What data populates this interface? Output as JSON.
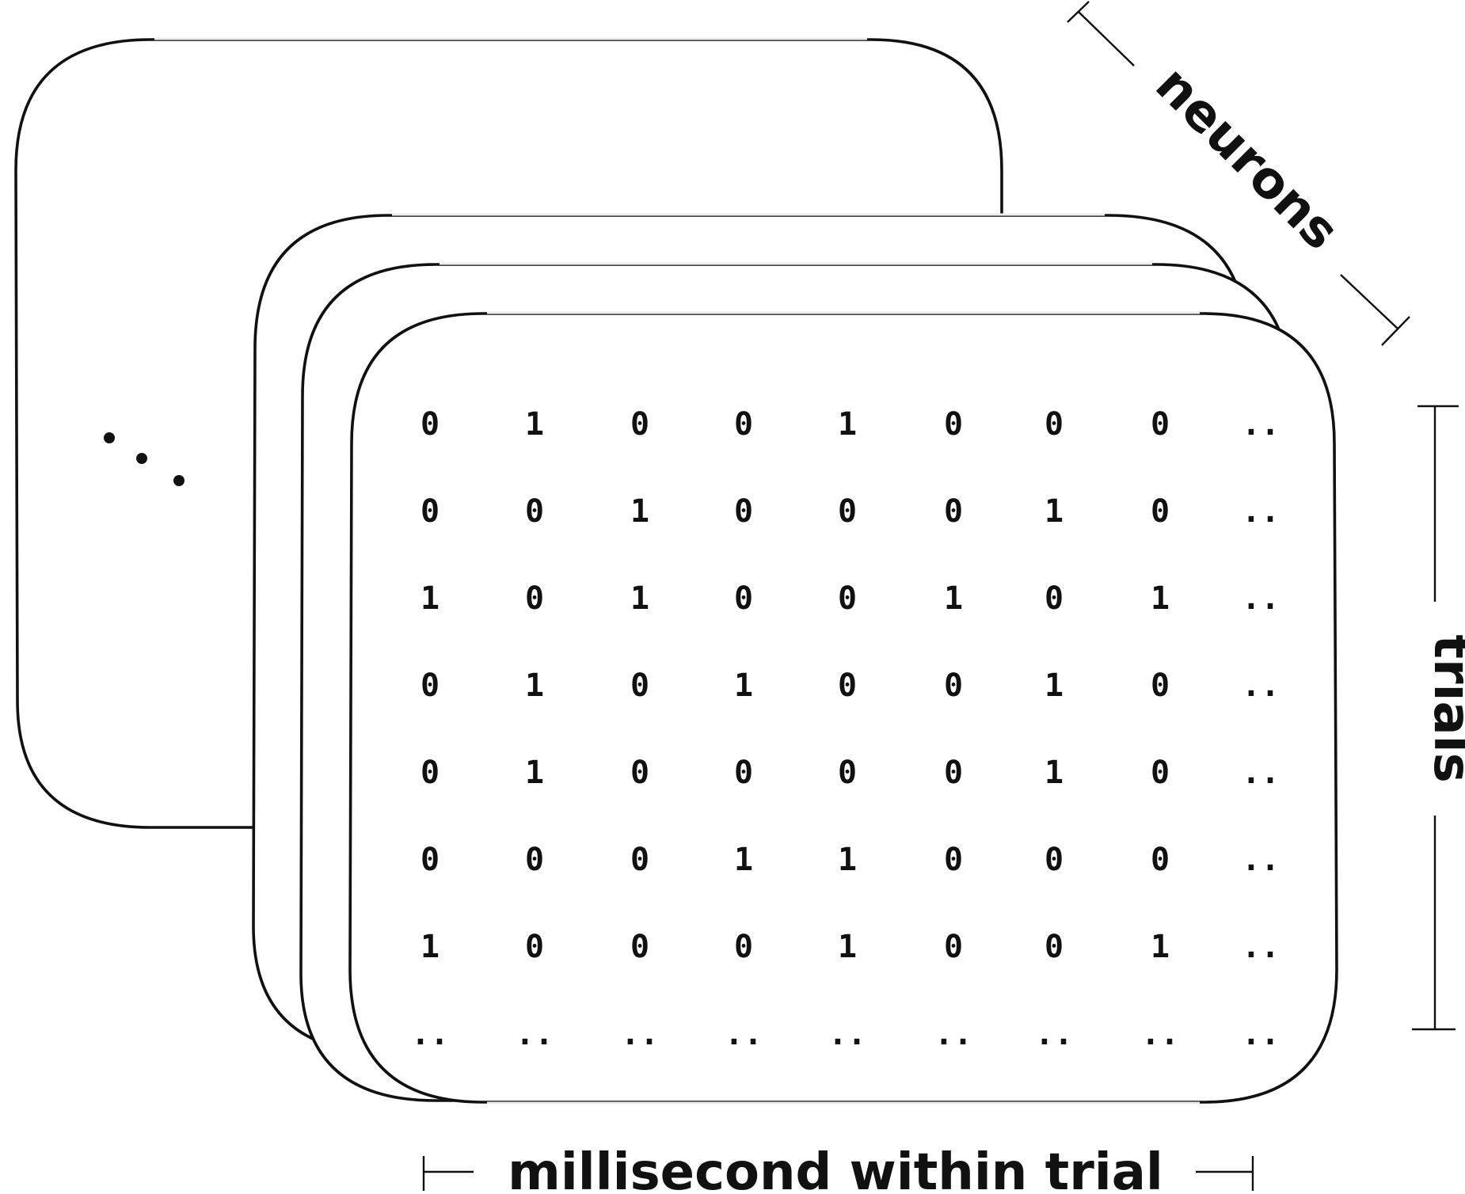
{
  "labels": {
    "neurons": "neurons",
    "trials": "trials",
    "time": "millisecond within trial"
  },
  "stack_ellipsis": "...",
  "matrix": {
    "rows": [
      [
        "0",
        "1",
        "0",
        "0",
        "1",
        "0",
        "0",
        "0",
        ".."
      ],
      [
        "0",
        "0",
        "1",
        "0",
        "0",
        "0",
        "1",
        "0",
        ".."
      ],
      [
        "1",
        "0",
        "1",
        "0",
        "0",
        "1",
        "0",
        "1",
        ".."
      ],
      [
        "0",
        "1",
        "0",
        "1",
        "0",
        "0",
        "1",
        "0",
        ".."
      ],
      [
        "0",
        "1",
        "0",
        "0",
        "0",
        "0",
        "1",
        "0",
        ".."
      ],
      [
        "0",
        "0",
        "0",
        "1",
        "1",
        "0",
        "0",
        "0",
        ".."
      ],
      [
        "1",
        "0",
        "0",
        "0",
        "1",
        "0",
        "0",
        "1",
        ".."
      ],
      [
        "..",
        "..",
        "..",
        "..",
        "..",
        "..",
        "..",
        "..",
        ".."
      ]
    ]
  }
}
